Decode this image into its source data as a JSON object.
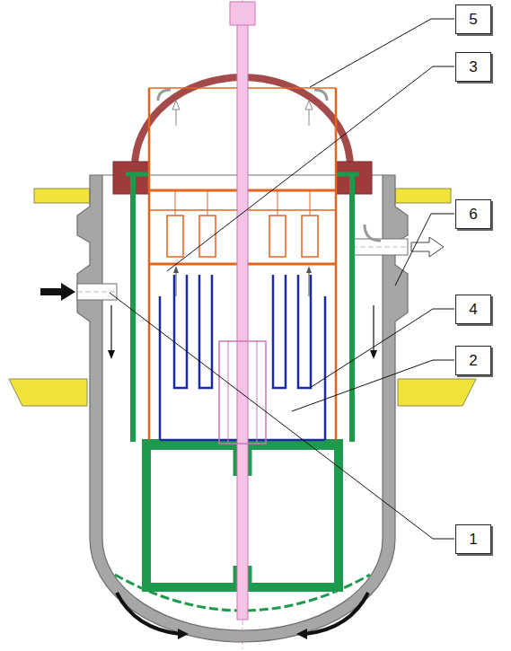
{
  "diagram": {
    "nodes": [
      {
        "text": [
          "5"
        ]
      },
      {
        "text": [
          "3"
        ]
      },
      {
        "text": [
          "6"
        ]
      },
      {
        "text": [
          "4"
        ]
      },
      {
        "text": [
          "2"
        ]
      },
      {
        "text": [
          "1"
        ]
      }
    ]
  }
}
